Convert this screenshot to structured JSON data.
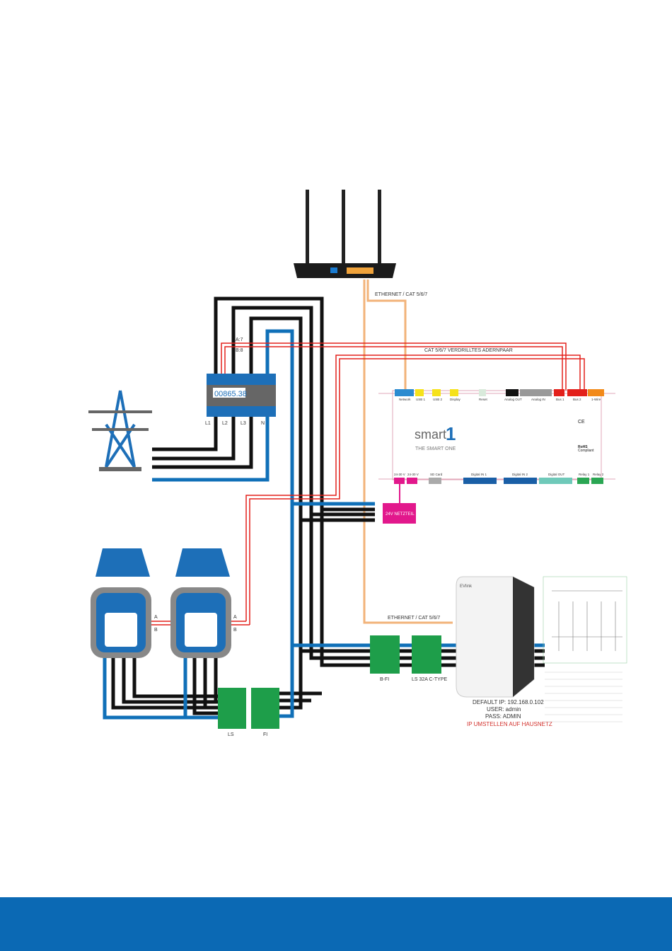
{
  "colors": {
    "footer": "#0b69b4",
    "cable_black": "#111111",
    "cable_blue": "#1070b8",
    "bus_red": "#e3201b",
    "ethernet": "#f2b37a",
    "breaker_green": "#1e9e4a",
    "psu_magenta": "#e2188c"
  },
  "labels": {
    "ethernet_top": "ETHERNET / CAT 5/6/7",
    "ethernet_bottom": "ETHERNET / CAT 5/6/7",
    "bus_pair": "CAT 5/6/7 VERDRILLTES ADERNPAAR",
    "a7": "A:7",
    "b8": "B:8",
    "meter_display": "00865.38",
    "meter_terminals": [
      "L1",
      "L2",
      "L3",
      "N"
    ],
    "psu": "24V NETZTEIL",
    "inverter_a": "A",
    "inverter_b": "B",
    "ls": "LS",
    "fi": "FI",
    "bfi": "B-FI",
    "ls32": "LS 32A C-TYPE"
  },
  "smart1": {
    "top_ports": [
      "Network",
      "USB 1",
      "USB 2",
      "Display",
      "Reset",
      "Analog OUT",
      "Analog IN",
      "Bus 1",
      "Bus 2",
      "1-Wire"
    ],
    "bottom_ports": [
      "24-30 V",
      "24-30 V",
      "SD Card",
      "Digital IN 1",
      "Digital IN 2",
      "Digital OUT",
      "Relay 1",
      "Relay 2"
    ],
    "logo": "smart",
    "logo_num": "1",
    "tagline": "THE SMART ONE",
    "ce": "CE",
    "rohs": "RoHS",
    "rohs_sub": "Compliant"
  },
  "wallbox": {
    "brand": "EVlink",
    "lines": [
      "DEFAULT IP: 192.168.0.102",
      "USER: admin",
      "PASS: ADMIN"
    ],
    "warning": "IP UMSTELLEN AUF HAUSNETZ"
  }
}
